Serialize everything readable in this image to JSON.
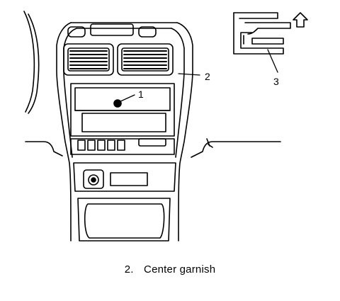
{
  "diagram": {
    "callouts": {
      "one": "1",
      "two": "2",
      "three": "3"
    },
    "caption": {
      "number": "2.",
      "text": "Center garnish"
    },
    "icons": {
      "arrow": "up-arrow-icon"
    }
  }
}
